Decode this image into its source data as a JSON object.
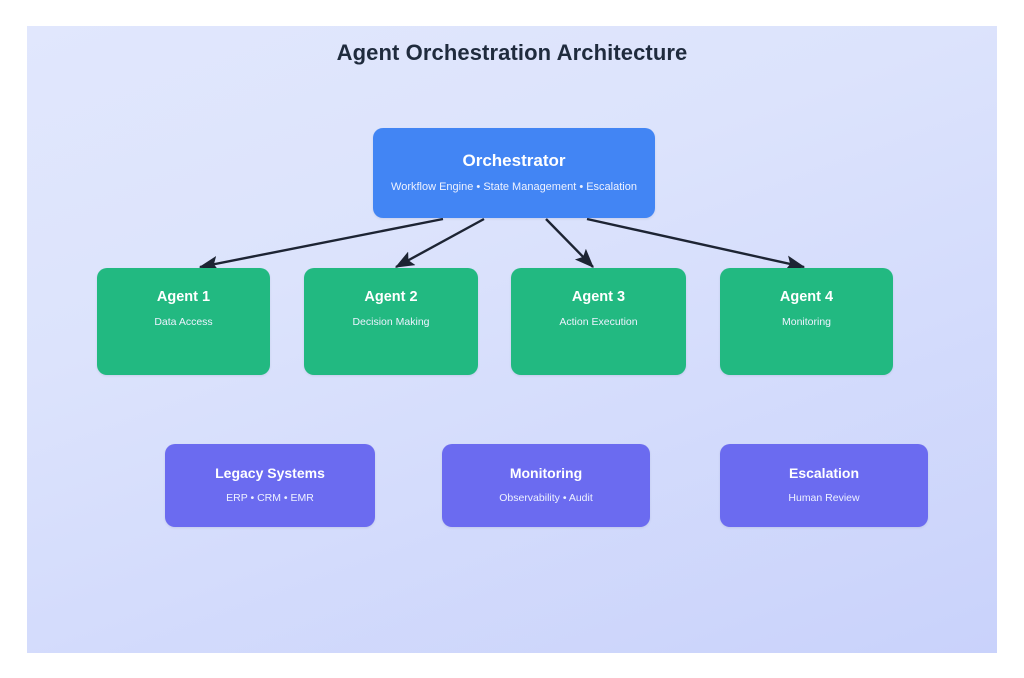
{
  "diagram": {
    "title": "Agent Orchestration Architecture",
    "colors": {
      "background_top": "#e1e7fd",
      "background_bottom": "#c9d2fb",
      "orchestrator": "#4285f4",
      "agent": "#22b981",
      "support": "#6b6bf0",
      "edge": "#1d2433",
      "title_text": "#1f2b3d"
    },
    "orchestrator": {
      "title": "Orchestrator",
      "subtitle": "Workflow Engine • State Management • Escalation"
    },
    "agents": [
      {
        "title": "Agent 1",
        "subtitle": "Data Access"
      },
      {
        "title": "Agent 2",
        "subtitle": "Decision Making"
      },
      {
        "title": "Agent 3",
        "subtitle": "Action Execution"
      },
      {
        "title": "Agent 4",
        "subtitle": "Monitoring"
      }
    ],
    "support": [
      {
        "title": "Legacy Systems",
        "subtitle": "ERP • CRM • EMR"
      },
      {
        "title": "Monitoring",
        "subtitle": "Observability • Audit"
      },
      {
        "title": "Escalation",
        "subtitle": "Human Review"
      }
    ],
    "edges": [
      {
        "from": "Orchestrator",
        "to": "Agent 1"
      },
      {
        "from": "Orchestrator",
        "to": "Agent 2"
      },
      {
        "from": "Orchestrator",
        "to": "Agent 3"
      },
      {
        "from": "Orchestrator",
        "to": "Agent 4"
      }
    ]
  }
}
